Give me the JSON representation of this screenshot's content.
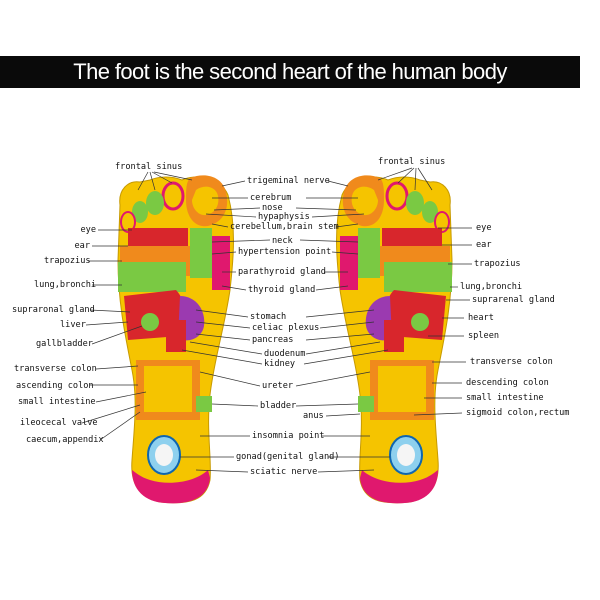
{
  "title": "The foot is the second heart of the human body",
  "labels": {
    "left": {
      "frontal_sinus": "frontal sinus",
      "eye": "eye",
      "ear": "ear",
      "trapozius": "trapozius",
      "lung_bronchi": "lung,bronchi",
      "suprarenal_gland": "supraronal gland",
      "liver": "liver",
      "gallbladder": "gallbladder",
      "transverse_colon": "transverse colon",
      "ascending_colon": "ascending colon",
      "small_intestine": "small intestine",
      "ileocecal_valve": "ileocecal valve",
      "caecum_appendix": "caecum,appendix"
    },
    "center": {
      "trigeminal_nerve": "trigeminal nerve",
      "cerebrum": "cerebrum",
      "nose": "nose",
      "hypophysis": "hypaphysis",
      "cerebellum_brain_stem": "cerebellum,brain stem",
      "neck": "neck",
      "hypertension_point": "hypertension point",
      "parathyroid_gland": "parathyroid gland",
      "thyroid_gland": "thyroid gland",
      "stomach": "stomach",
      "celiac_plexus": "celiac plexus",
      "pancreas": "pancreas",
      "duodenum": "duodenum",
      "kidney": "kidney",
      "ureter": "ureter",
      "bladder": "bladder",
      "anus": "anus",
      "insomnia_point": "insomnia point",
      "gonad": "gonad(genital gland)",
      "sciatic_nerve": "sciatic nerve"
    },
    "right": {
      "frontal_sinus": "frontal sinus",
      "eye": "eye",
      "ear": "ear",
      "trapozius": "trapozius",
      "lung_bronchi": "lung,bronchi",
      "suprarenal_gland": "suprarenal gland",
      "heart": "heart",
      "spleen": "spleen",
      "transverse_colon": "transverse colon",
      "descending_colon": "descending colon",
      "small_intestine": "small intestine",
      "sigmoid_colon_rectum": "sigmoid colon,rectum"
    }
  },
  "colors": {
    "banner": "#0a0a0a",
    "sole": "#f5c400",
    "heel_pink": "#e0186e",
    "green": "#7ac943",
    "orange": "#f08a1c",
    "red": "#d8262c",
    "purple": "#9b3ab0",
    "line": "#333333"
  }
}
